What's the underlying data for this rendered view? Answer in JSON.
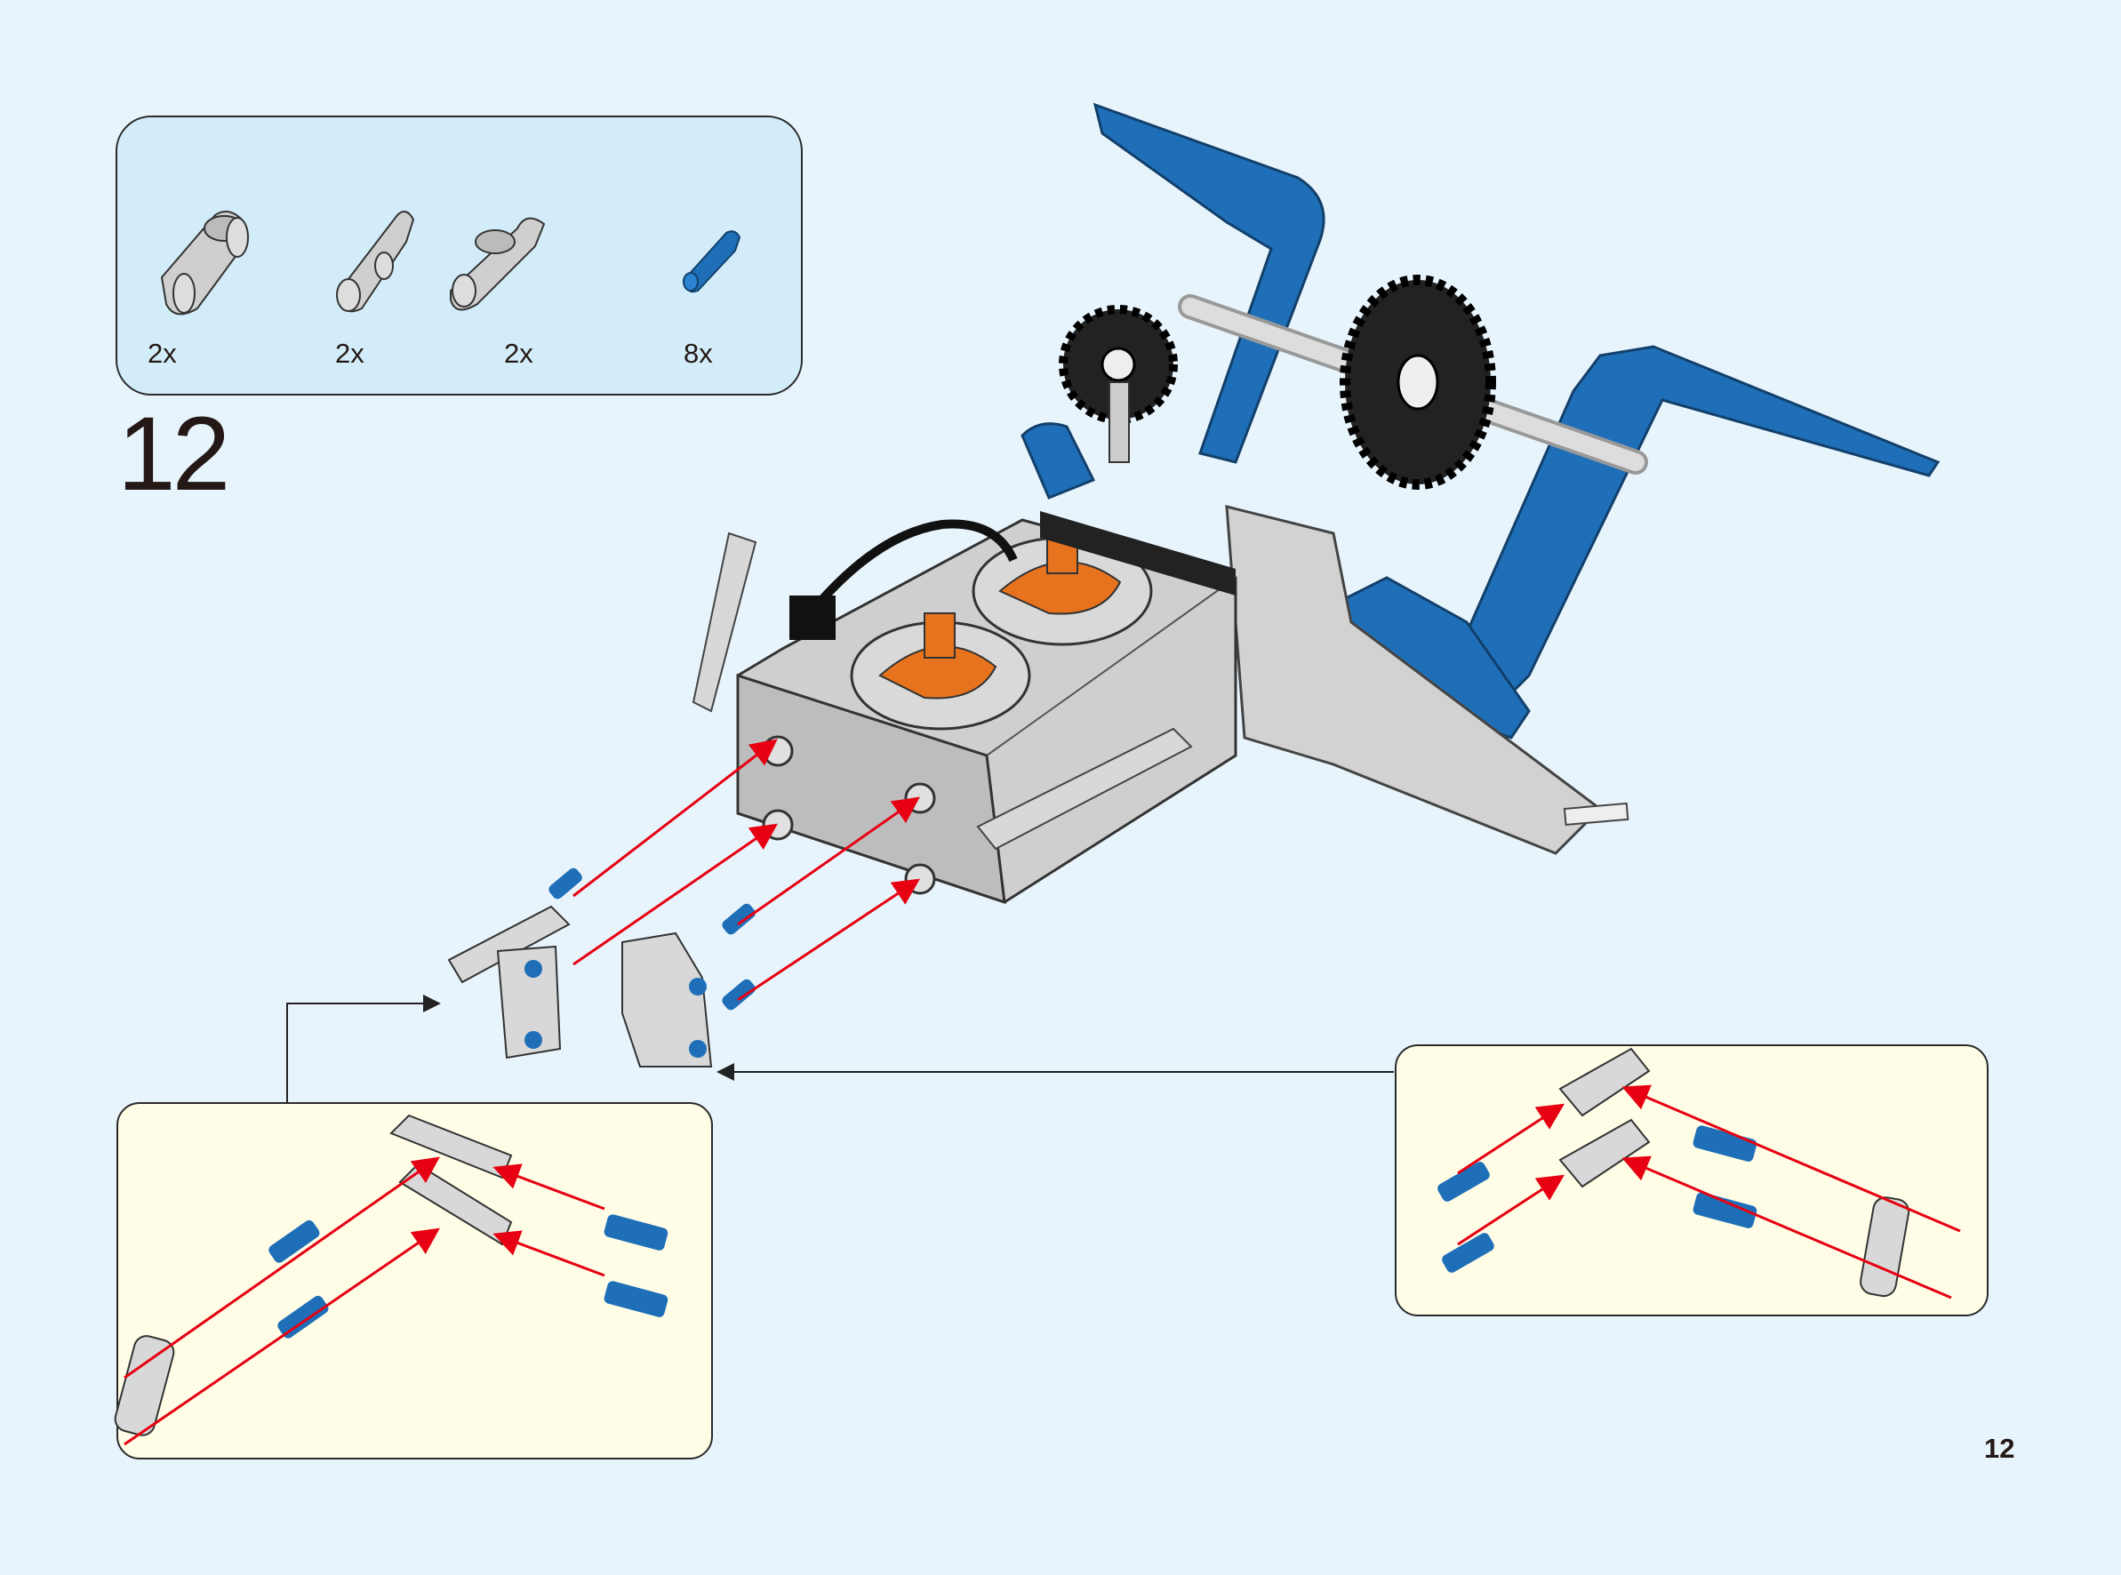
{
  "parts_list": {
    "items": [
      {
        "name": "double-pin-connector",
        "qty": "2x",
        "color": "#c8c8c8"
      },
      {
        "name": "angle-connector",
        "qty": "2x",
        "color": "#c8c8c8"
      },
      {
        "name": "axle-pin-connector",
        "qty": "2x",
        "color": "#c8c8c8"
      },
      {
        "name": "blue-axle-pin",
        "qty": "8x",
        "color": "#1f6fb8"
      }
    ]
  },
  "step_number": "12",
  "page_number": "12",
  "colors": {
    "background": "#e8f4fc",
    "parts_box": "#d3ecf9",
    "callout": "#fffde6",
    "arrow": "#e60012",
    "blue_part": "#1f6fb8",
    "orange_part": "#e8731e",
    "grey_part": "#cfcfcf"
  }
}
